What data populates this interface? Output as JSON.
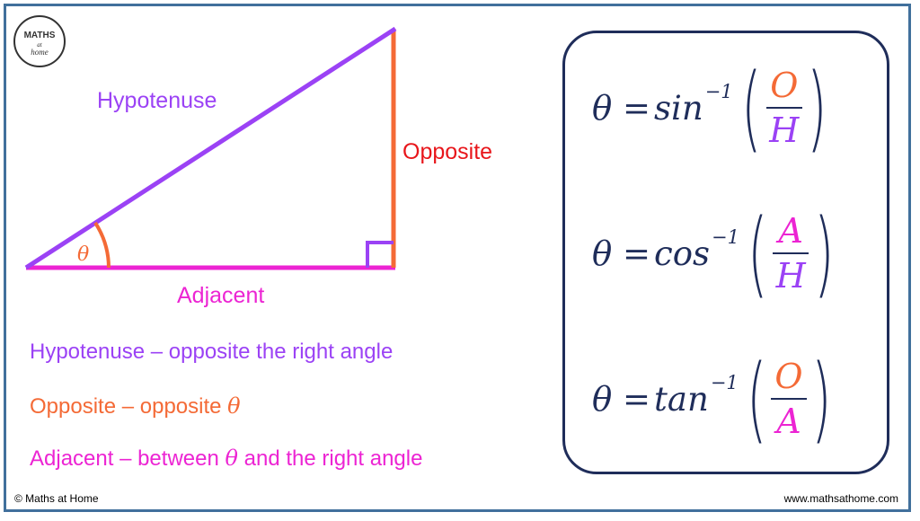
{
  "logo": {
    "line1": "MATHS",
    "line2": "at",
    "line3": "home"
  },
  "labels": {
    "hypotenuse": "Hypotenuse",
    "opposite": "Opposite",
    "adjacent": "Adjacent",
    "angle": "θ"
  },
  "legend": {
    "hyp": "Hypotenuse – opposite the right angle",
    "opp_prefix": "Opposite – opposite ",
    "opp_theta": "θ",
    "adj_prefix": "Adjacent – between ",
    "adj_theta": "θ",
    "adj_suffix": " and the right angle"
  },
  "formulas": [
    {
      "lhs": "θ =",
      "fn": "sin",
      "inv": "−1",
      "num": "O",
      "den": "H",
      "num_color": "#f46a36",
      "den_color": "#9b42f5"
    },
    {
      "lhs": "θ =",
      "fn": "cos",
      "inv": "−1",
      "num": "A",
      "den": "H",
      "num_color": "#ec24d3",
      "den_color": "#9b42f5"
    },
    {
      "lhs": "θ =",
      "fn": "tan",
      "inv": "−1",
      "num": "O",
      "den": "A",
      "num_color": "#f46a36",
      "den_color": "#ec24d3"
    }
  ],
  "footer": {
    "left": "© Maths at Home",
    "right": "www.mathsathome.com"
  },
  "colors": {
    "hypotenuse": "#9b42f5",
    "opposite": "#f46a36",
    "adjacent": "#ec24d3",
    "opposite_label": "#e8161b",
    "formula": "#1f2d5a",
    "frame": "#41709c"
  }
}
